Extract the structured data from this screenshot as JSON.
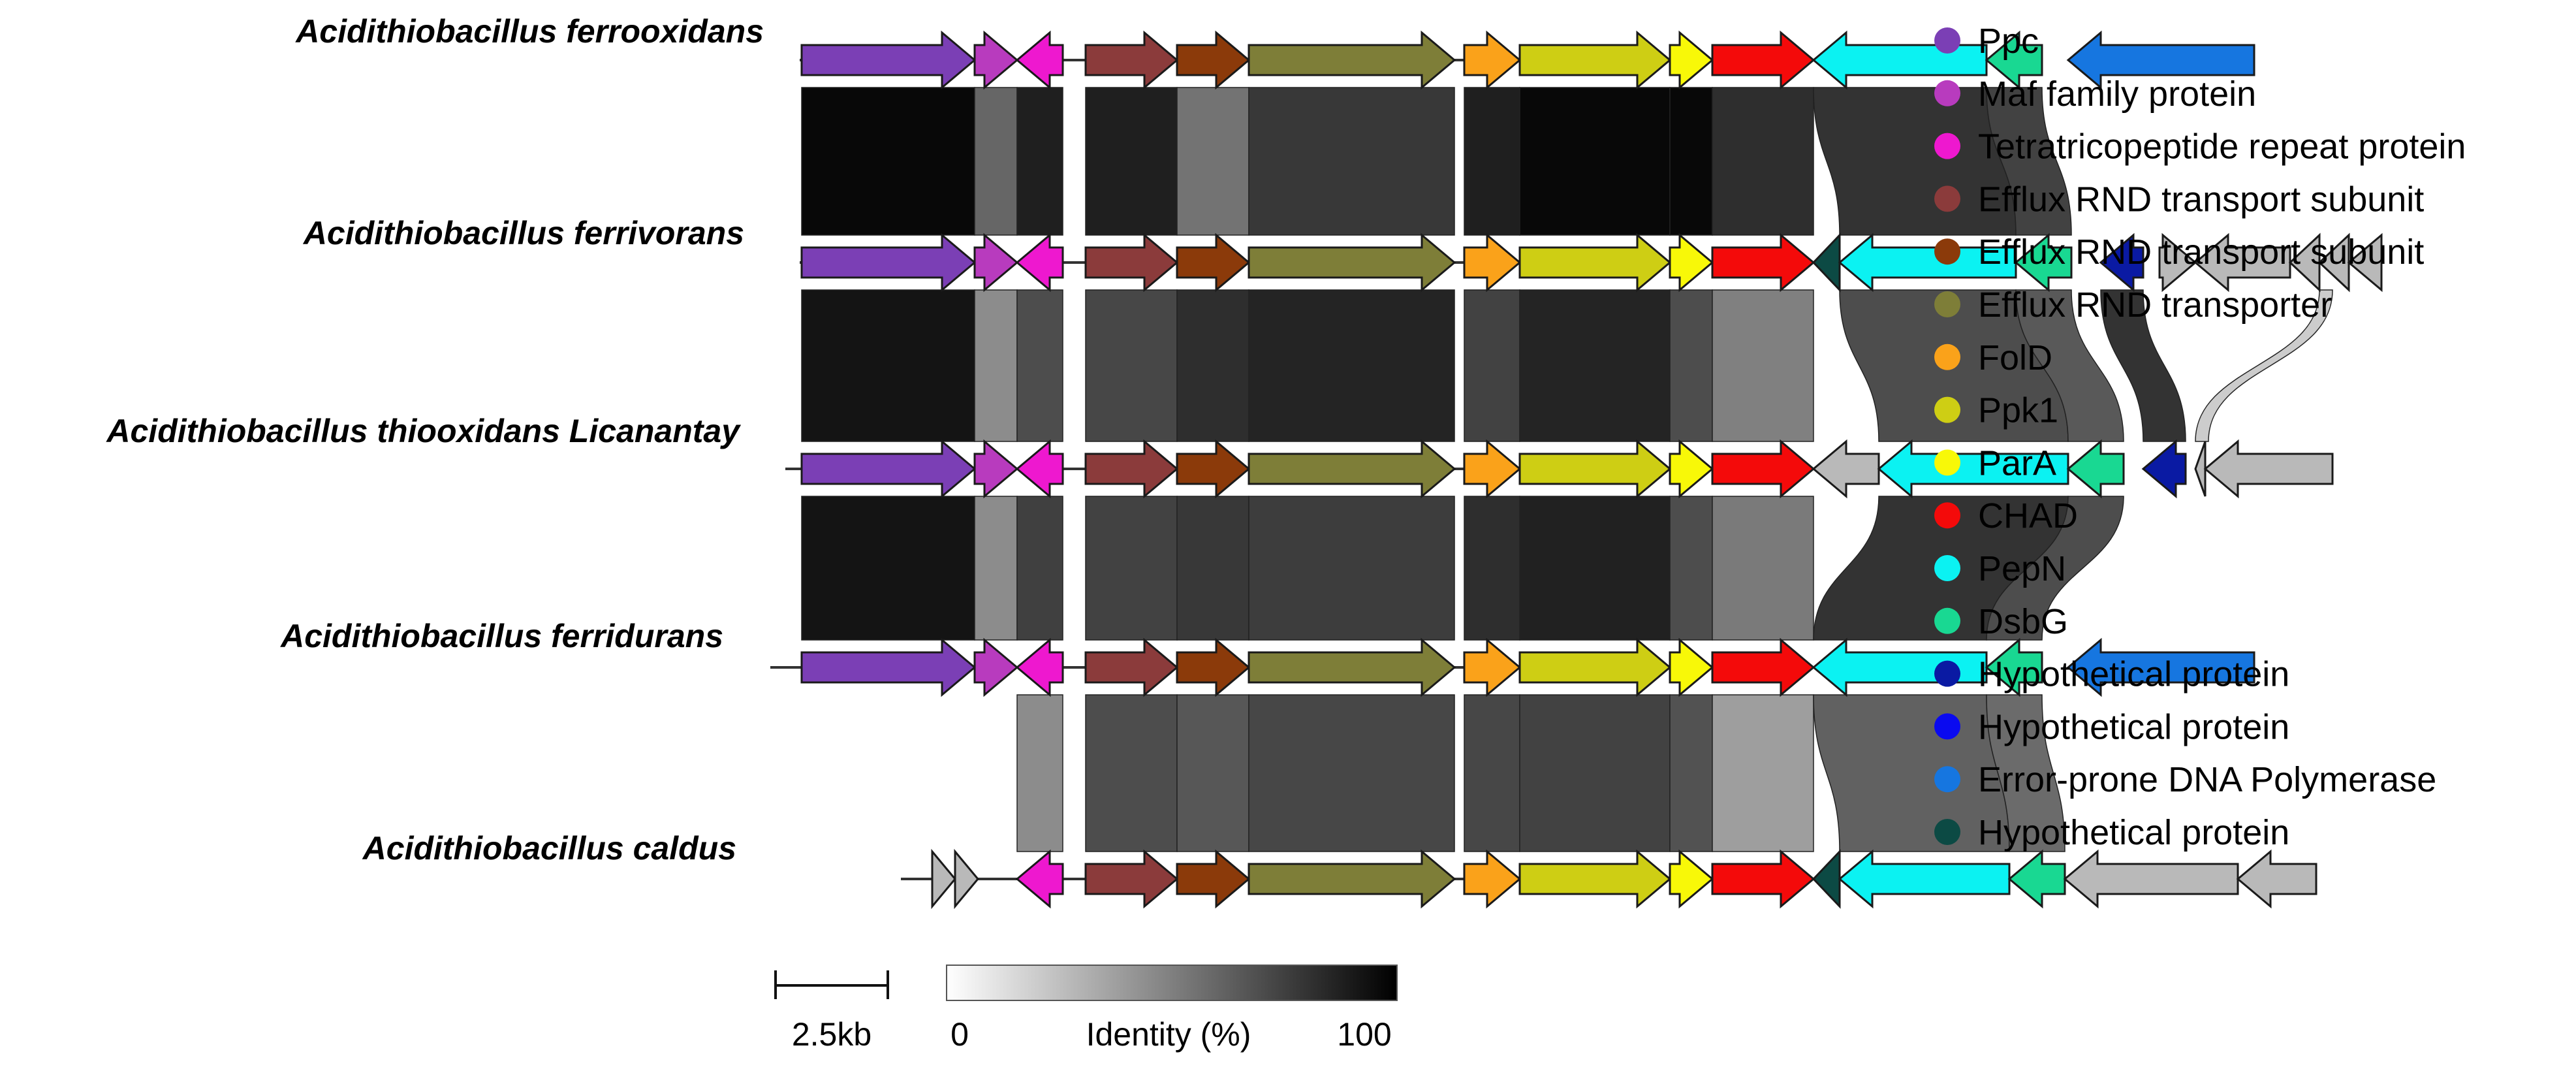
{
  "genomes": [
    {
      "name": "Acidithiobacillus ferrooxidans",
      "genes": [
        {
          "s": 1.0,
          "e": 3.65,
          "c": "ppc"
        },
        {
          "s": 3.65,
          "e": 4.3,
          "c": "maf"
        },
        {
          "s": 4.3,
          "e": 5.0,
          "c": "tpr",
          "r": true
        },
        {
          "s": 5.35,
          "e": 6.75,
          "c": "rnd1"
        },
        {
          "s": 6.75,
          "e": 7.85,
          "c": "rnd2"
        },
        {
          "s": 7.85,
          "e": 11.0,
          "c": "rndt"
        },
        {
          "s": 11.15,
          "e": 12.0,
          "c": "fold"
        },
        {
          "s": 12.0,
          "e": 14.3,
          "c": "ppk1"
        },
        {
          "s": 14.3,
          "e": 14.95,
          "c": "para"
        },
        {
          "s": 14.95,
          "e": 16.5,
          "c": "chad"
        },
        {
          "s": 16.5,
          "e": 19.15,
          "c": "pepn",
          "r": true
        },
        {
          "s": 19.15,
          "e": 20.0,
          "c": "dsbg",
          "r": true
        },
        {
          "s": 20.4,
          "e": 23.25,
          "c": "epol",
          "r": true
        }
      ]
    },
    {
      "name": "Acidithiobacillus ferrivorans",
      "genes": [
        {
          "s": 1.0,
          "e": 3.65,
          "c": "ppc"
        },
        {
          "s": 3.65,
          "e": 4.3,
          "c": "maf"
        },
        {
          "s": 4.3,
          "e": 5.0,
          "c": "tpr",
          "r": true
        },
        {
          "s": 5.35,
          "e": 6.75,
          "c": "rnd1"
        },
        {
          "s": 6.75,
          "e": 7.85,
          "c": "rnd2"
        },
        {
          "s": 7.85,
          "e": 11.0,
          "c": "rndt"
        },
        {
          "s": 11.15,
          "e": 12.0,
          "c": "fold"
        },
        {
          "s": 12.0,
          "e": 14.3,
          "c": "ppk1"
        },
        {
          "s": 14.3,
          "e": 14.95,
          "c": "para"
        },
        {
          "s": 14.95,
          "e": 16.5,
          "c": "chad"
        },
        {
          "s": 16.5,
          "e": 16.9,
          "c": "hyp3",
          "r": true
        },
        {
          "s": 16.9,
          "e": 19.6,
          "c": "pepn",
          "r": true
        },
        {
          "s": 19.6,
          "e": 20.45,
          "c": "dsbg",
          "r": true
        },
        {
          "s": 20.9,
          "e": 21.55,
          "c": "hyp1",
          "r": true
        },
        {
          "s": 21.8,
          "e": 22.35,
          "c": "grey"
        },
        {
          "s": 22.35,
          "e": 23.8,
          "c": "grey",
          "r": true
        },
        {
          "s": 23.8,
          "e": 24.25,
          "c": "grey",
          "r": true
        },
        {
          "s": 24.25,
          "e": 24.7,
          "c": "grey",
          "r": true
        },
        {
          "s": 24.7,
          "e": 25.2,
          "c": "grey",
          "r": true
        }
      ]
    },
    {
      "name": "Acidithiobacillus thiooxidans Licanantay",
      "genes": [
        {
          "s": 1.0,
          "e": 3.65,
          "c": "ppc"
        },
        {
          "s": 3.65,
          "e": 4.3,
          "c": "maf"
        },
        {
          "s": 4.3,
          "e": 5.0,
          "c": "tpr",
          "r": true
        },
        {
          "s": 5.35,
          "e": 6.75,
          "c": "rnd1"
        },
        {
          "s": 6.75,
          "e": 7.85,
          "c": "rnd2"
        },
        {
          "s": 7.85,
          "e": 11.0,
          "c": "rndt"
        },
        {
          "s": 11.15,
          "e": 12.0,
          "c": "fold"
        },
        {
          "s": 12.0,
          "e": 14.3,
          "c": "ppk1"
        },
        {
          "s": 14.3,
          "e": 14.95,
          "c": "para"
        },
        {
          "s": 14.95,
          "e": 16.5,
          "c": "chad"
        },
        {
          "s": 16.5,
          "e": 17.5,
          "c": "grey",
          "r": true
        },
        {
          "s": 17.5,
          "e": 20.4,
          "c": "pepn",
          "r": true
        },
        {
          "s": 20.4,
          "e": 21.25,
          "c": "dsbg",
          "r": true
        },
        {
          "s": 21.55,
          "e": 22.2,
          "c": "hyp1",
          "r": true
        },
        {
          "s": 22.35,
          "e": 22.5,
          "c": "grey",
          "r": true
        },
        {
          "s": 22.5,
          "e": 24.45,
          "c": "grey",
          "r": true
        }
      ]
    },
    {
      "name": "Acidithiobacillus ferridurans",
      "genes": [
        {
          "s": 1.0,
          "e": 3.65,
          "c": "ppc"
        },
        {
          "s": 3.65,
          "e": 4.3,
          "c": "maf"
        },
        {
          "s": 4.3,
          "e": 5.0,
          "c": "tpr",
          "r": true
        },
        {
          "s": 5.35,
          "e": 6.75,
          "c": "rnd1"
        },
        {
          "s": 6.75,
          "e": 7.85,
          "c": "rnd2"
        },
        {
          "s": 7.85,
          "e": 11.0,
          "c": "rndt"
        },
        {
          "s": 11.15,
          "e": 12.0,
          "c": "fold"
        },
        {
          "s": 12.0,
          "e": 14.3,
          "c": "ppk1"
        },
        {
          "s": 14.3,
          "e": 14.95,
          "c": "para"
        },
        {
          "s": 14.95,
          "e": 16.5,
          "c": "chad"
        },
        {
          "s": 16.5,
          "e": 19.15,
          "c": "pepn",
          "r": true
        },
        {
          "s": 19.15,
          "e": 20.0,
          "c": "dsbg",
          "r": true
        },
        {
          "s": 20.4,
          "e": 23.25,
          "c": "epol",
          "r": true
        }
      ]
    },
    {
      "name": "Acidithiobacillus caldus",
      "genes": [
        {
          "s": 3.0,
          "e": 3.35,
          "c": "grey"
        },
        {
          "s": 3.35,
          "e": 3.7,
          "c": "grey"
        },
        {
          "s": 4.3,
          "e": 5.0,
          "c": "tpr",
          "r": true
        },
        {
          "s": 5.35,
          "e": 6.75,
          "c": "rnd1"
        },
        {
          "s": 6.75,
          "e": 7.85,
          "c": "rnd2"
        },
        {
          "s": 7.85,
          "e": 11.0,
          "c": "rndt"
        },
        {
          "s": 11.15,
          "e": 12.0,
          "c": "fold"
        },
        {
          "s": 12.0,
          "e": 14.3,
          "c": "ppk1"
        },
        {
          "s": 14.3,
          "e": 14.95,
          "c": "para"
        },
        {
          "s": 14.95,
          "e": 16.5,
          "c": "chad"
        },
        {
          "s": 16.5,
          "e": 16.9,
          "c": "hyp3",
          "r": true
        },
        {
          "s": 16.9,
          "e": 19.5,
          "c": "pepn",
          "r": true
        },
        {
          "s": 19.5,
          "e": 20.35,
          "c": "dsbg",
          "r": true
        },
        {
          "s": 20.35,
          "e": 23.0,
          "c": "grey",
          "r": true
        },
        {
          "s": 23.0,
          "e": 24.2,
          "c": "grey",
          "r": true
        }
      ]
    }
  ],
  "links": [
    {
      "a": 0,
      "b": 1,
      "segs": [
        {
          "a": [
            1.0,
            3.65
          ],
          "b": [
            1.0,
            3.65
          ],
          "id": 97
        },
        {
          "a": [
            3.65,
            4.3
          ],
          "b": [
            3.65,
            4.3
          ],
          "id": 60
        },
        {
          "a": [
            4.3,
            5.0
          ],
          "b": [
            4.3,
            5.0
          ],
          "id": 88
        },
        {
          "a": [
            5.35,
            6.75
          ],
          "b": [
            5.35,
            6.75
          ],
          "id": 88
        },
        {
          "a": [
            6.75,
            7.85
          ],
          "b": [
            6.75,
            7.85
          ],
          "id": 55
        },
        {
          "a": [
            7.85,
            11.0
          ],
          "b": [
            7.85,
            11.0
          ],
          "id": 78
        },
        {
          "a": [
            11.15,
            12.0
          ],
          "b": [
            11.15,
            12.0
          ],
          "id": 88
        },
        {
          "a": [
            12.0,
            14.3
          ],
          "b": [
            12.0,
            14.3
          ],
          "id": 97
        },
        {
          "a": [
            14.3,
            14.95
          ],
          "b": [
            14.3,
            14.95
          ],
          "id": 97
        },
        {
          "a": [
            14.95,
            16.5
          ],
          "b": [
            14.95,
            16.5
          ],
          "id": 82
        },
        {
          "a": [
            16.5,
            19.15
          ],
          "b": [
            16.9,
            19.6
          ],
          "id": 80
        },
        {
          "a": [
            19.15,
            20.0
          ],
          "b": [
            19.6,
            20.45
          ],
          "id": 74
        }
      ]
    },
    {
      "a": 1,
      "b": 2,
      "segs": [
        {
          "a": [
            1.0,
            3.65
          ],
          "b": [
            1.0,
            3.65
          ],
          "id": 92
        },
        {
          "a": [
            3.65,
            4.3
          ],
          "b": [
            3.65,
            4.3
          ],
          "id": 45
        },
        {
          "a": [
            4.3,
            5.0
          ],
          "b": [
            4.3,
            5.0
          ],
          "id": 70
        },
        {
          "a": [
            5.35,
            6.75
          ],
          "b": [
            5.35,
            6.75
          ],
          "id": 72
        },
        {
          "a": [
            6.75,
            7.85
          ],
          "b": [
            6.75,
            7.85
          ],
          "id": 82
        },
        {
          "a": [
            7.85,
            11.0
          ],
          "b": [
            7.85,
            11.0
          ],
          "id": 86
        },
        {
          "a": [
            11.15,
            12.0
          ],
          "b": [
            11.15,
            12.0
          ],
          "id": 74
        },
        {
          "a": [
            12.0,
            14.3
          ],
          "b": [
            12.0,
            14.3
          ],
          "id": 86
        },
        {
          "a": [
            14.3,
            14.95
          ],
          "b": [
            14.3,
            14.95
          ],
          "id": 70
        },
        {
          "a": [
            14.95,
            16.5
          ],
          "b": [
            14.95,
            16.5
          ],
          "id": 50
        },
        {
          "a": [
            16.9,
            19.6
          ],
          "b": [
            17.5,
            20.4
          ],
          "id": 70
        },
        {
          "a": [
            19.6,
            20.45
          ],
          "b": [
            20.4,
            21.25
          ],
          "id": 65
        },
        {
          "a": [
            20.9,
            21.55
          ],
          "b": [
            21.55,
            22.2
          ],
          "id": 80
        }
      ]
    },
    {
      "a": 2,
      "b": 3,
      "segs": [
        {
          "a": [
            1.0,
            3.65
          ],
          "b": [
            1.0,
            3.65
          ],
          "id": 92
        },
        {
          "a": [
            3.65,
            4.3
          ],
          "b": [
            3.65,
            4.3
          ],
          "id": 45
        },
        {
          "a": [
            4.3,
            5.0
          ],
          "b": [
            4.3,
            5.0
          ],
          "id": 75
        },
        {
          "a": [
            5.35,
            6.75
          ],
          "b": [
            5.35,
            6.75
          ],
          "id": 74
        },
        {
          "a": [
            6.75,
            7.85
          ],
          "b": [
            6.75,
            7.85
          ],
          "id": 78
        },
        {
          "a": [
            7.85,
            11.0
          ],
          "b": [
            7.85,
            11.0
          ],
          "id": 76
        },
        {
          "a": [
            11.15,
            12.0
          ],
          "b": [
            11.15,
            12.0
          ],
          "id": 82
        },
        {
          "a": [
            12.0,
            14.3
          ],
          "b": [
            12.0,
            14.3
          ],
          "id": 87
        },
        {
          "a": [
            14.3,
            14.95
          ],
          "b": [
            14.3,
            14.95
          ],
          "id": 70
        },
        {
          "a": [
            14.95,
            16.5
          ],
          "b": [
            14.95,
            16.5
          ],
          "id": 52
        },
        {
          "a": [
            17.5,
            20.4
          ],
          "b": [
            16.5,
            19.15
          ],
          "id": 80
        },
        {
          "a": [
            20.4,
            21.25
          ],
          "b": [
            19.15,
            20.0
          ],
          "id": 70
        }
      ]
    },
    {
      "a": 3,
      "b": 4,
      "segs": [
        {
          "a": [
            4.3,
            5.0
          ],
          "b": [
            4.3,
            5.0
          ],
          "id": 45
        },
        {
          "a": [
            5.35,
            6.75
          ],
          "b": [
            5.35,
            6.75
          ],
          "id": 70
        },
        {
          "a": [
            6.75,
            7.85
          ],
          "b": [
            6.75,
            7.85
          ],
          "id": 66
        },
        {
          "a": [
            7.85,
            11.0
          ],
          "b": [
            7.85,
            11.0
          ],
          "id": 72
        },
        {
          "a": [
            11.15,
            12.0
          ],
          "b": [
            11.15,
            12.0
          ],
          "id": 72
        },
        {
          "a": [
            12.0,
            14.3
          ],
          "b": [
            12.0,
            14.3
          ],
          "id": 74
        },
        {
          "a": [
            14.3,
            14.95
          ],
          "b": [
            14.3,
            14.95
          ],
          "id": 68
        },
        {
          "a": [
            14.95,
            16.5
          ],
          "b": [
            14.95,
            16.5
          ],
          "id": 38
        },
        {
          "a": [
            16.5,
            19.15
          ],
          "b": [
            16.9,
            19.5
          ],
          "id": 62
        },
        {
          "a": [
            19.15,
            20.0
          ],
          "b": [
            19.5,
            20.35
          ],
          "id": 58
        }
      ]
    }
  ],
  "extra_link": {
    "a": 1,
    "b": 2,
    "a_range": [
      24.25,
      24.45
    ],
    "b_range": [
      22.35,
      22.55
    ],
    "id": 20
  },
  "legend": [
    {
      "label": "Ppc",
      "color": "#7B3FB5"
    },
    {
      "label": "Maf family protein",
      "color": "#B83BBE"
    },
    {
      "label": "Tetratricopeptide repeat protein",
      "color": "#EE18CF"
    },
    {
      "label": "Efflux RND transport subunit",
      "color": "#8B3B3B"
    },
    {
      "label": "Efflux RND transport subunit",
      "color": "#8B3A0A"
    },
    {
      "label": "Efflux RND transporter",
      "color": "#7E7E38"
    },
    {
      "label": "FolD",
      "color": "#FAA21A"
    },
    {
      "label": "Ppk1",
      "color": "#CECE14"
    },
    {
      "label": "ParA",
      "color": "#F8F808"
    },
    {
      "label": "CHAD",
      "color": "#F40A0A"
    },
    {
      "label": "PepN",
      "color": "#0BF2F2"
    },
    {
      "label": "DsbG",
      "color": "#19D892"
    },
    {
      "label": "Hypothetical protein",
      "color": "#0A1AA3"
    },
    {
      "label": "Hypothetical protein",
      "color": "#0A0AF0"
    },
    {
      "label": "Error-prone DNA Polymerase",
      "color": "#1676E0"
    },
    {
      "label": "Hypothetical protein",
      "color": "#0C4A44"
    }
  ],
  "gene_colors": {
    "ppc": "#7B3FB5",
    "maf": "#B83BBE",
    "tpr": "#EE18CF",
    "rnd1": "#8B3B3B",
    "rnd2": "#8B3A0A",
    "rndt": "#7E7E38",
    "fold": "#FAA21A",
    "ppk1": "#CECE14",
    "para": "#F8F808",
    "chad": "#F40A0A",
    "pepn": "#0BF2F2",
    "dsbg": "#19D892",
    "hyp1": "#0A1AA3",
    "hyp2": "#0A0AF0",
    "epol": "#1676E0",
    "hyp3": "#0C4A44",
    "grey": "#B9B9B9"
  },
  "scale_bar": {
    "label": "2.5kb",
    "length_kb": 2.5
  },
  "identity_scale": {
    "title": "Identity (%)",
    "min_label": "0",
    "max_label": "100"
  }
}
